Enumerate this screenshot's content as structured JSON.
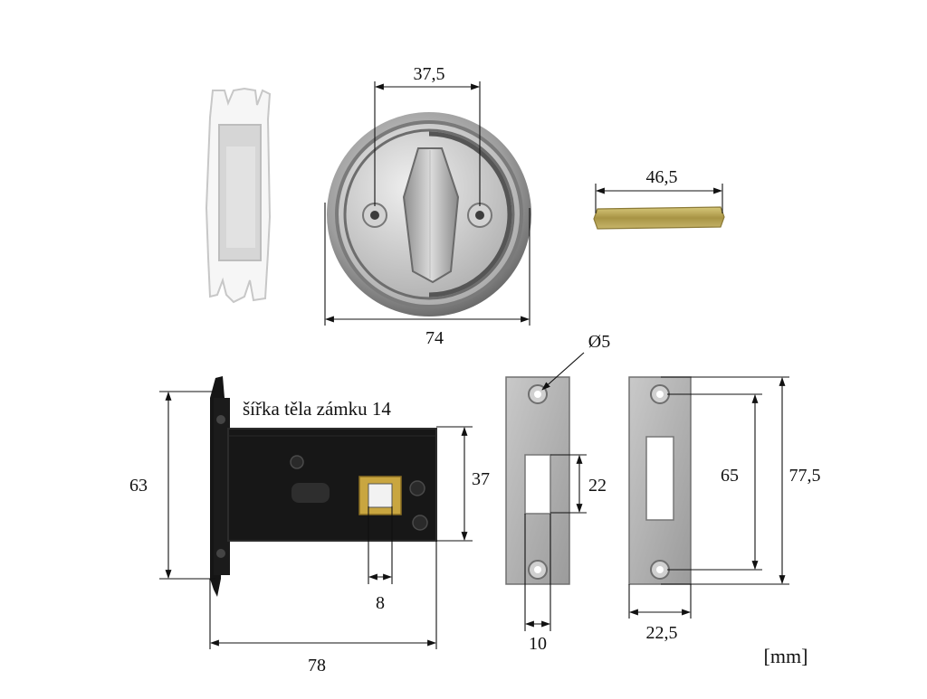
{
  "dimensions": {
    "rosette_hole_spacing": "37,5",
    "rosette_diameter": "74",
    "spindle_length": "46,5",
    "lock_body_width_note": "šířka těla zámku 14",
    "faceplate_height": "63",
    "lock_case_height": "37",
    "spindle_hole": "8",
    "backset_length": "78",
    "screw_hole_diameter": "Ø5",
    "strike_slot_height": "22",
    "strike_slot_width": "10",
    "strike_hole_spacing": "65",
    "strike_plate_height": "77,5",
    "strike_plate_width": "22,5"
  },
  "units": "[mm]",
  "colors": {
    "lock_body": "#161616",
    "steel": "#b9b9b9",
    "plastic": "#f4f4f4",
    "brass": "#c9a640",
    "spindle": "#b8a15c"
  },
  "parts": {
    "insert": "plastic-insert-icon",
    "rosette": "round-rosette-icon",
    "spindle": "square-spindle-icon",
    "lock": "mortise-lock-icon",
    "strike_a": "strike-plate-icon",
    "strike_b": "strike-plate-icon"
  }
}
